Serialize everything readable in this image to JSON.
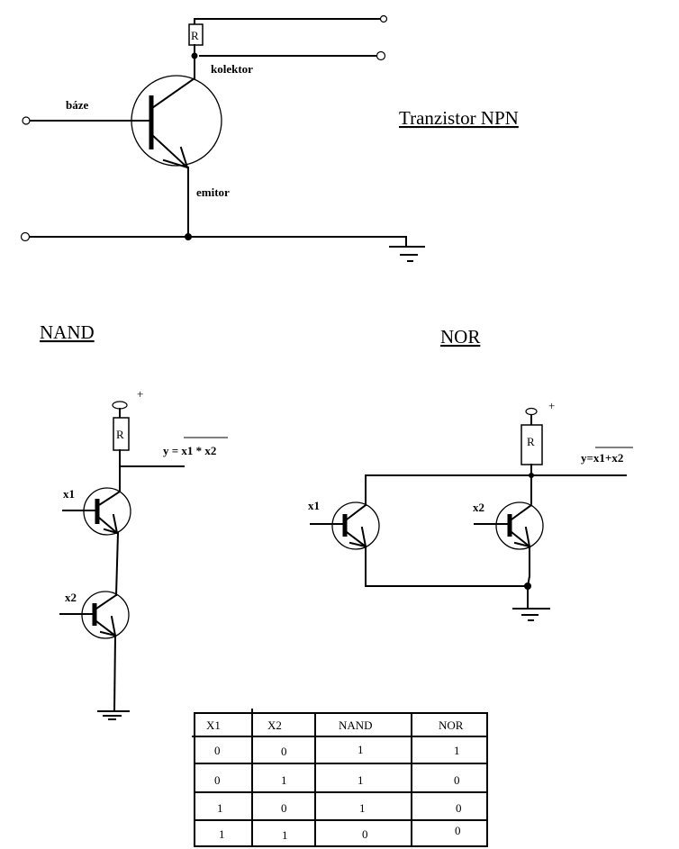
{
  "npn": {
    "title": "Tranzistor  NPN",
    "resistor": "R",
    "collector": "kolektor",
    "base": "báze",
    "emitter": "emitor"
  },
  "nand": {
    "title": "NAND",
    "plus": "+",
    "resistor": "R",
    "output": "y = x1 * x2",
    "input1": "x1",
    "input2": "x2"
  },
  "nor": {
    "title": "NOR",
    "plus": "+",
    "resistor": "R",
    "output": "y=x1+x2",
    "input1": "x1",
    "input2": "x2"
  },
  "truth_table": {
    "headers": [
      "X1",
      "X2",
      "NAND",
      "NOR"
    ],
    "rows": [
      [
        "0",
        "0",
        "1",
        "1"
      ],
      [
        "0",
        "1",
        "1",
        "0"
      ],
      [
        "1",
        "0",
        "1",
        "0"
      ],
      [
        "1",
        "1",
        "0",
        "0"
      ]
    ]
  }
}
